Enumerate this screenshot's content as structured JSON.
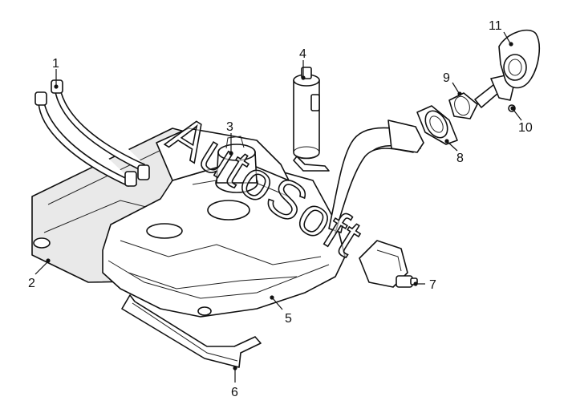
{
  "watermark": "AutoSoft",
  "callouts": [
    {
      "label": "1"
    },
    {
      "label": "2"
    },
    {
      "label": "3"
    },
    {
      "label": "4"
    },
    {
      "label": "5"
    },
    {
      "label": "6"
    },
    {
      "label": "7"
    },
    {
      "label": "8"
    },
    {
      "label": "9"
    },
    {
      "label": "10"
    },
    {
      "label": "11"
    }
  ]
}
